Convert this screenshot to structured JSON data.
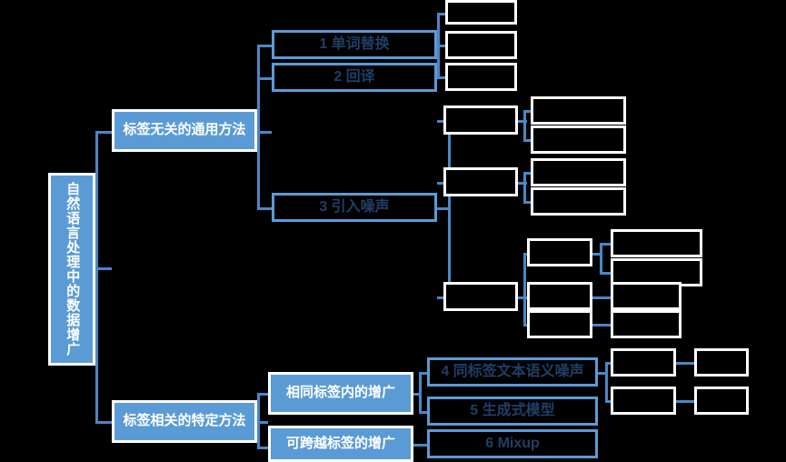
{
  "diagram": {
    "title": "自然语言处理中的数据增广",
    "type": "mind-map",
    "colors": {
      "accent": "#5b9bd5",
      "connector": "#4a87c4",
      "node_fill": "#5b9bd5",
      "node_outline": "#ffffff",
      "dark_node_text": "#1f3f66",
      "background": "#000000"
    },
    "root": {
      "label": "自然语言处理中的数据增广"
    },
    "branches": [
      {
        "id": "general",
        "label": "标签无关的通用方法",
        "children": [
          {
            "id": "word-sub",
            "label": "1 单词替换",
            "style": "dark",
            "leaves": 3
          },
          {
            "id": "back-tran",
            "label": "2 回译",
            "style": "dark",
            "leaves": 0
          },
          {
            "id": "noise",
            "label": "3 引入噪声",
            "style": "dark",
            "leaves": 3
          }
        ]
      },
      {
        "id": "specific",
        "label": "标签相关的特定方法",
        "children": [
          {
            "id": "same-label",
            "label": "相同标签内的增广",
            "style": "filled",
            "leaves": 2
          },
          {
            "id": "cross-label",
            "label": "可跨越标签的增广",
            "style": "filled",
            "leaves": 1
          }
        ]
      }
    ],
    "leaf_nodes": [
      {
        "id": "sem-noise",
        "label": "4 同标签文本语义噪声",
        "style": "dark"
      },
      {
        "id": "gen-model",
        "label": "5 生成式模型",
        "style": "dark"
      },
      {
        "id": "mixup",
        "label": "6 Mixup",
        "style": "dark"
      }
    ],
    "empty_nodes": {
      "count": 22,
      "label": ""
    }
  }
}
